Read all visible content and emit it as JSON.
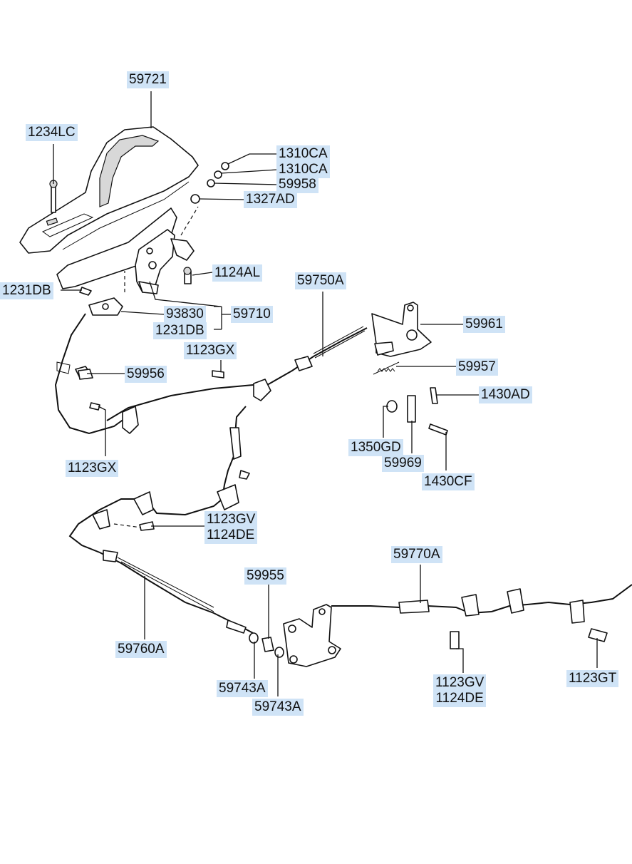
{
  "labels": {
    "p59721": "59721",
    "p1234LC": "1234LC",
    "p1310CA_a": "1310CA",
    "p1310CA_b": "1310CA",
    "p59958": "59958",
    "p1327AD": "1327AD",
    "p1124AL": "1124AL",
    "p1231DB_a": "1231DB",
    "p59750A": "59750A",
    "p93830": "93830",
    "p59710": "59710",
    "p1231DB_b": "1231DB",
    "p59961": "59961",
    "p1123GX_a": "1123GX",
    "p59956": "59956",
    "p59957": "59957",
    "p1430AD": "1430AD",
    "p1123GX_b": "1123GX",
    "p1350GD": "1350GD",
    "p59969": "59969",
    "p1430CF": "1430CF",
    "p1123GV_a": "1123GV",
    "p1124DE_a": "1124DE",
    "p59770A": "59770A",
    "p59955": "59955",
    "p59760A": "59760A",
    "p59743A_a": "59743A",
    "p59743A_b": "59743A",
    "p1123GV_b": "1123GV",
    "p1124DE_b": "1124DE",
    "p1123GT": "1123GT"
  },
  "colors": {
    "label_background": "#cfe3f6",
    "line": "#111111",
    "part_shading": "#d8d8d8"
  }
}
